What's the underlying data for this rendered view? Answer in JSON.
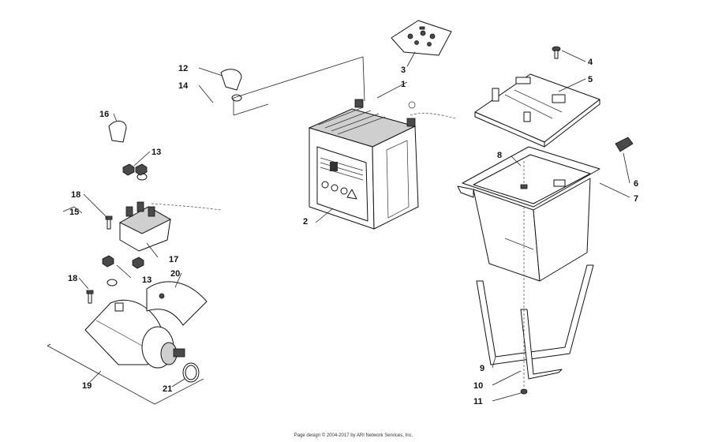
{
  "callouts": {
    "c1": "1",
    "c2": "2",
    "c3": "3",
    "c4": "4",
    "c5": "5",
    "c6": "6",
    "c7": "7",
    "c8": "8",
    "c9": "9",
    "c10": "10",
    "c11": "11",
    "c12": "12",
    "c13a": "13",
    "c13b": "13",
    "c14": "14",
    "c15": "15",
    "c16": "16",
    "c17": "17",
    "c18a": "18",
    "c18b": "18",
    "c19": "19",
    "c20": "20",
    "c21": "21"
  },
  "footer": "Page design © 2004-2017 by ARI Network Services, Inc."
}
